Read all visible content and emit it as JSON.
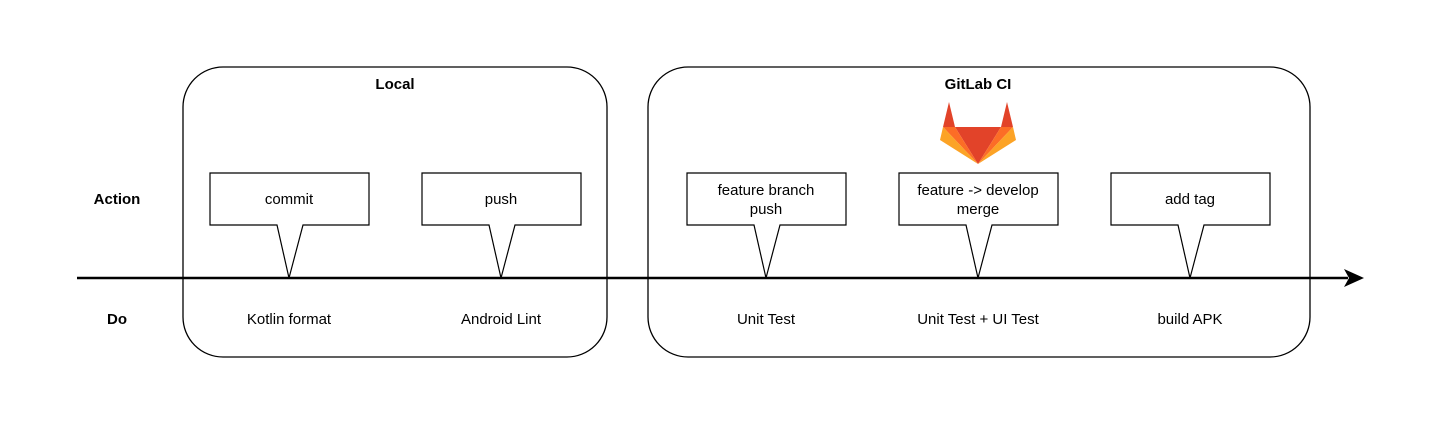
{
  "row_labels": {
    "action": "Action",
    "do": "Do"
  },
  "groups": [
    {
      "title": "Local"
    },
    {
      "title": "GitLab CI"
    }
  ],
  "callouts": [
    {
      "lines": [
        "commit"
      ]
    },
    {
      "lines": [
        "push"
      ]
    },
    {
      "lines": [
        "feature branch",
        "push"
      ]
    },
    {
      "lines": [
        "feature -> develop",
        "merge"
      ]
    },
    {
      "lines": [
        "add tag"
      ]
    }
  ],
  "do_labels": [
    "Kotlin format",
    "Android Lint",
    "Unit Test",
    "Unit Test + UI Test",
    "build APK"
  ],
  "logo": {
    "icon": "gitlab-logo-icon",
    "colors": [
      "#e24329",
      "#fc6d26",
      "#fca326"
    ]
  },
  "colors": {
    "stroke": "#000000",
    "background": "#ffffff"
  }
}
